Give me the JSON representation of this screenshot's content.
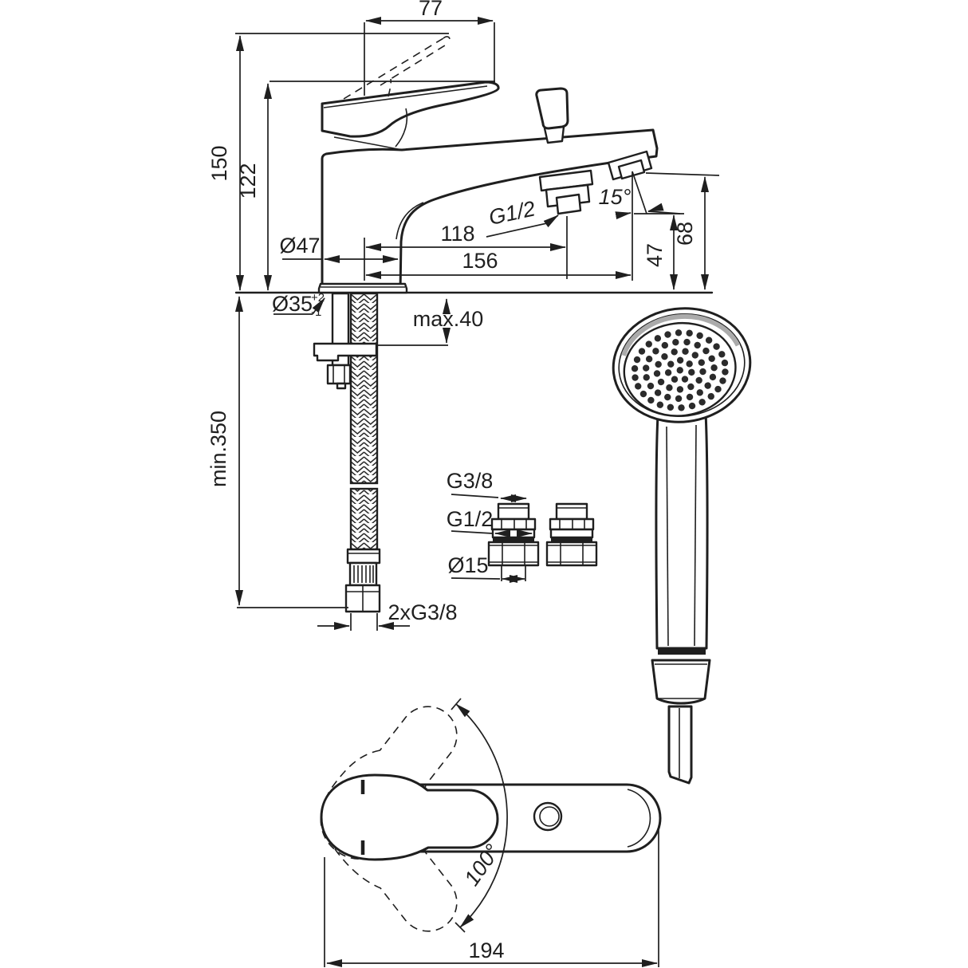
{
  "colors": {
    "line": "#1f1f1f",
    "accent_gray": "#ababab",
    "background": "#ffffff"
  },
  "side_view": {
    "dim_lever_width": "77",
    "dim_height_total": "150",
    "dim_height_body": "122",
    "dim_body_diameter": "Ø47",
    "dim_hole_diameter": "Ø35",
    "dim_hole_tol_plus": "+2",
    "dim_hole_tol_minus": "-1",
    "dim_spout_reach": "118",
    "label_spout_thread": "G1/2",
    "dim_outlet_reach": "156",
    "dim_outlet_angle": "15°",
    "dim_outlet_underside_height": "47",
    "dim_outlet_top_height": "68",
    "dim_deck_thickness": "max.40",
    "dim_hose_length": "min.350",
    "label_hose_threads": "2xG3/8"
  },
  "fittings": {
    "label_thread_small": "G3/8",
    "label_thread_large": "G1/2",
    "label_pipe_diameter": "Ø15"
  },
  "top_view": {
    "dim_swing_angle": "100°",
    "dim_overall_length": "194"
  }
}
